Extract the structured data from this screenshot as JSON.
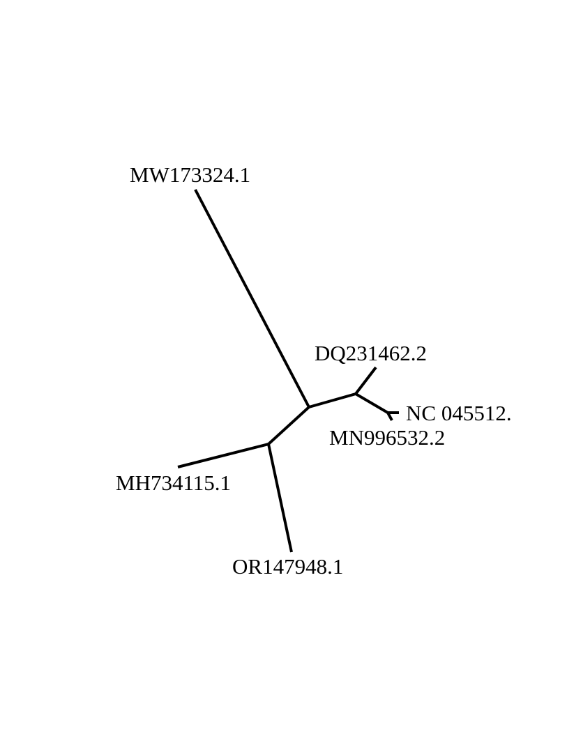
{
  "tree": {
    "tips": [
      {
        "id": "mw",
        "label": "MW173324.1"
      },
      {
        "id": "dq",
        "label": "DQ231462.2"
      },
      {
        "id": "nc",
        "label": "NC 045512."
      },
      {
        "id": "mn",
        "label": "MN996532.2"
      },
      {
        "id": "mh",
        "label": "MH734115.1"
      },
      {
        "id": "or",
        "label": "OR147948.1"
      }
    ],
    "colors": {
      "branch": "#000000",
      "label": "#000000",
      "background": "#ffffff"
    }
  }
}
